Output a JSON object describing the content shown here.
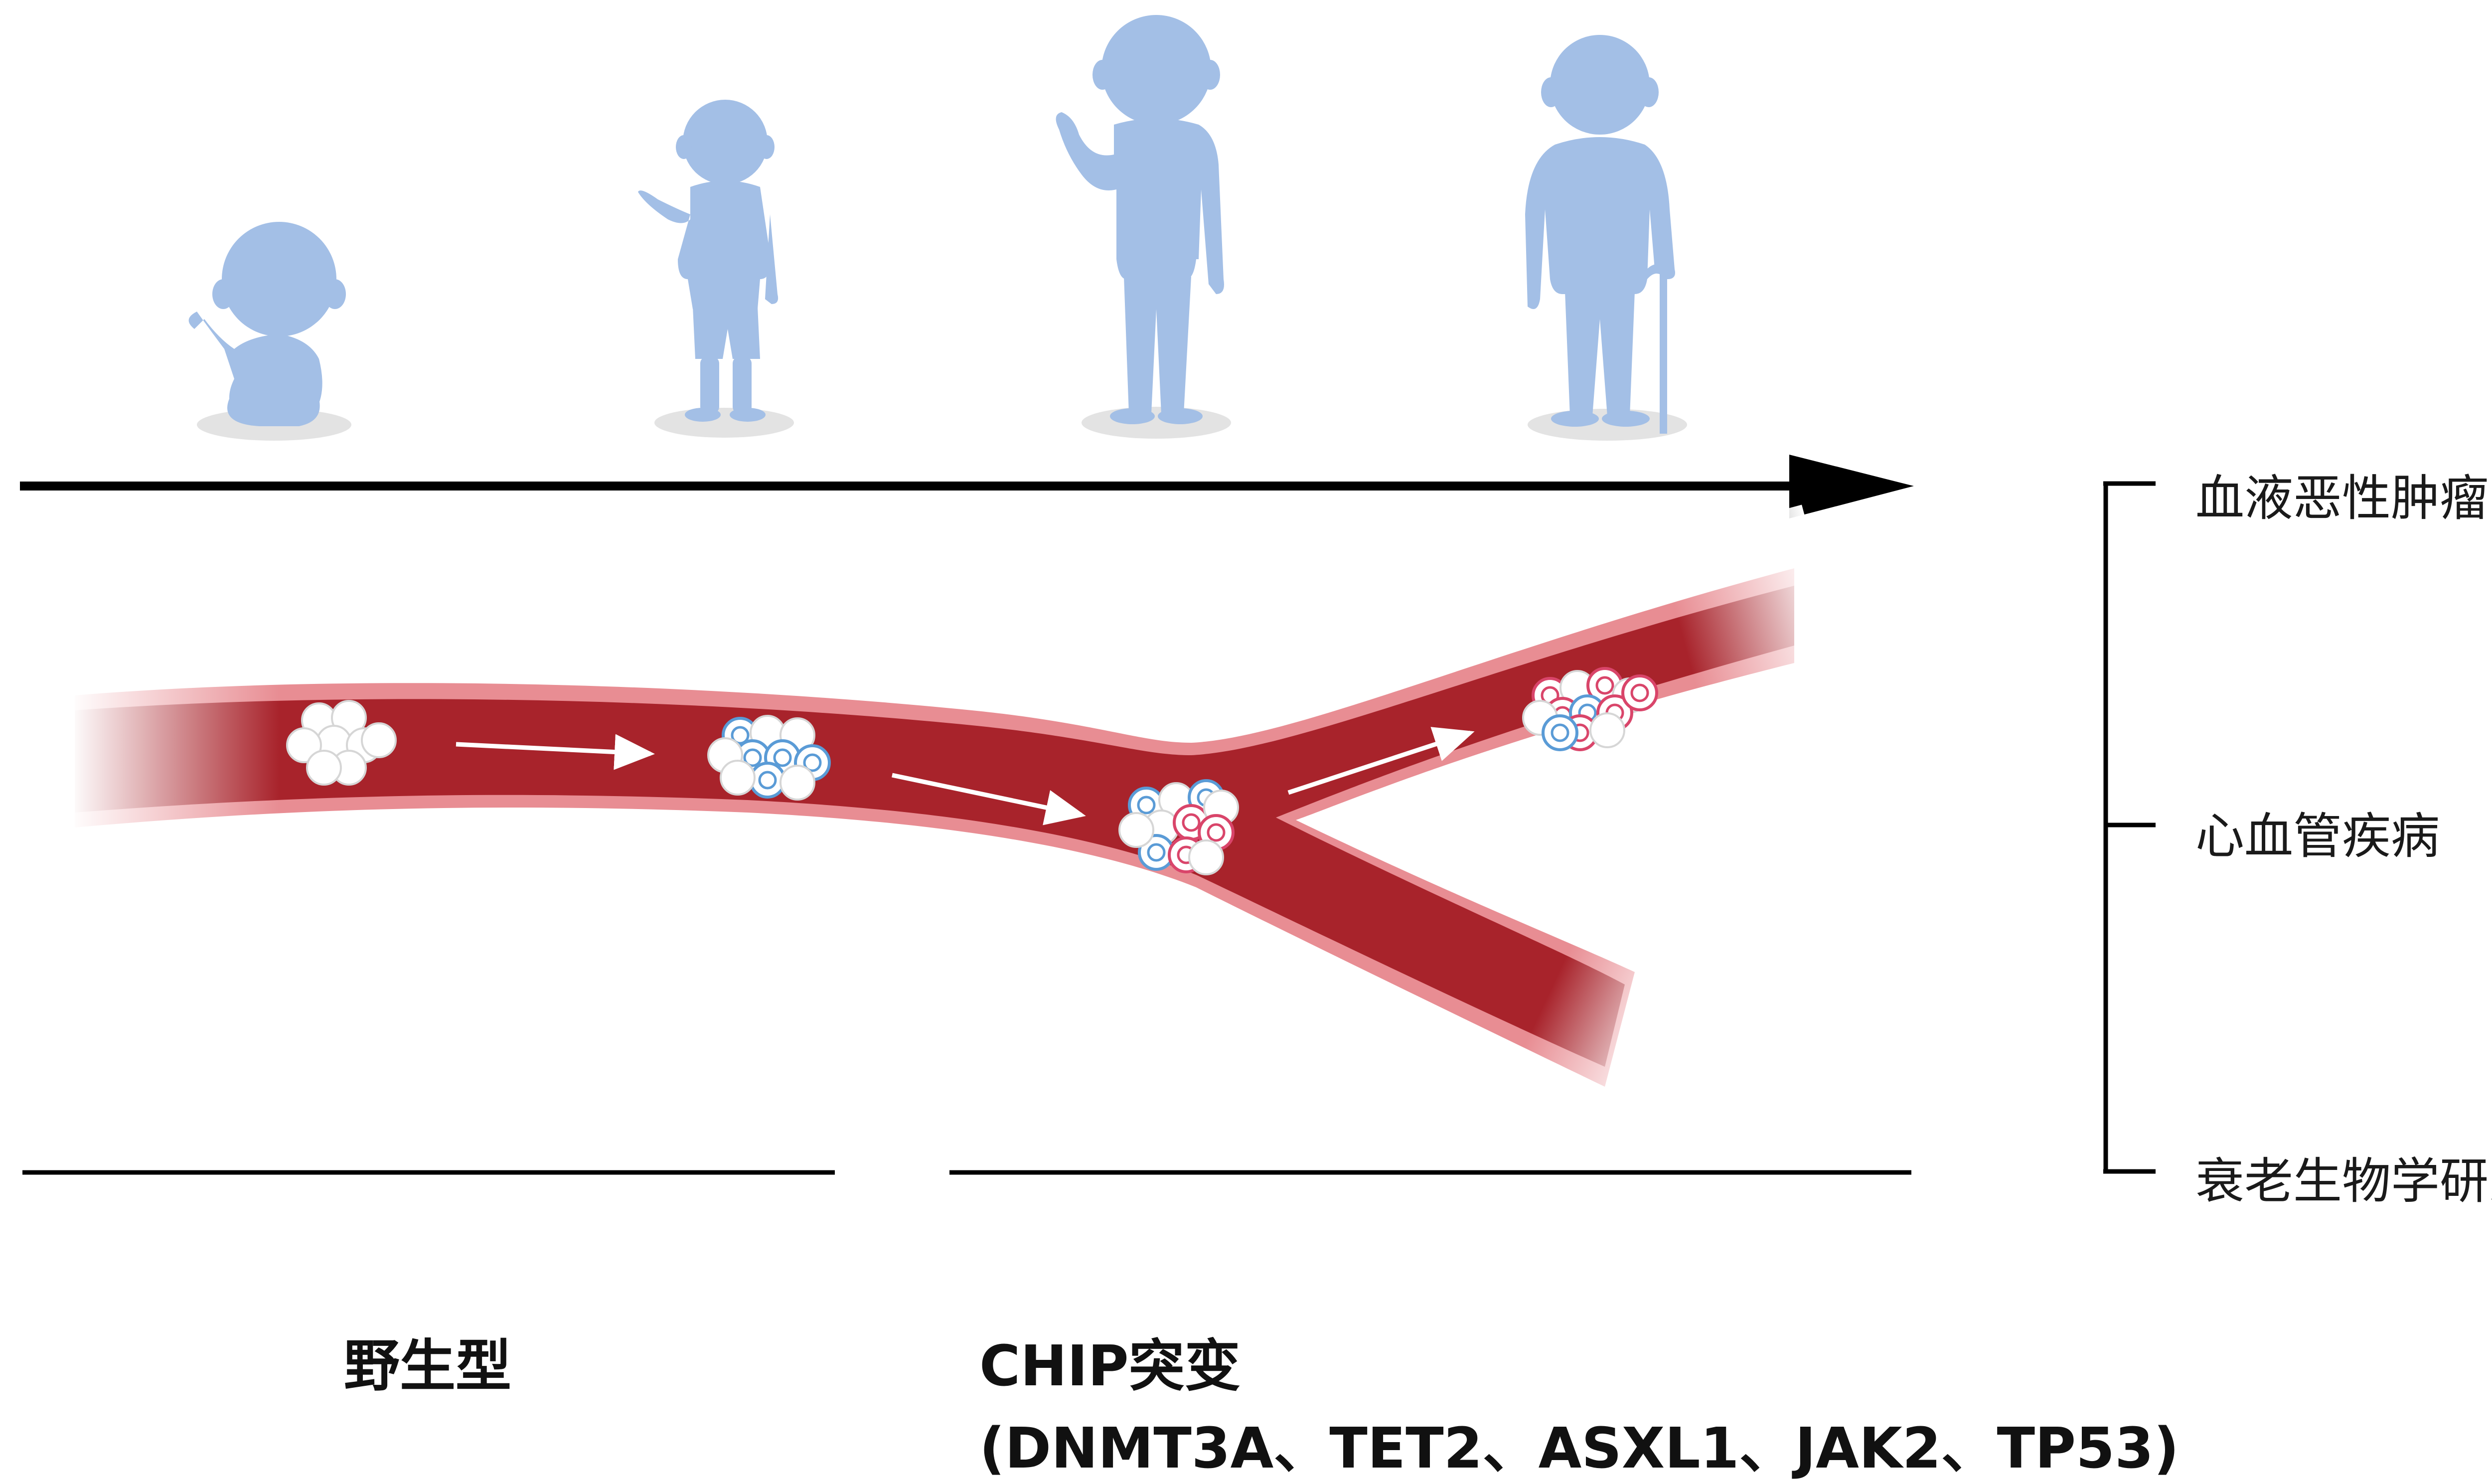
{
  "outcomes": [
    {
      "label": "血液恶性肿瘤"
    },
    {
      "label": "心血管疾病"
    },
    {
      "label": "衰老生物学研究"
    }
  ],
  "bottom": {
    "wild_type": "野生型",
    "chip_title": "CHIP突变",
    "chip_genes": "(DNMT3A、TET2、ASXL1、JAK2、TP53)"
  },
  "colors": {
    "figure": "#a3bfe6",
    "shadow": "#e3e3e3",
    "vessel": "#a8232b",
    "vessel_edge": "#e98a92",
    "mutant_blue": "#5a9bd6",
    "mutant_red": "#d9456a"
  },
  "icons": [
    "baby-figure-icon",
    "child-figure-icon",
    "adult-figure-icon",
    "elderly-figure-icon"
  ]
}
